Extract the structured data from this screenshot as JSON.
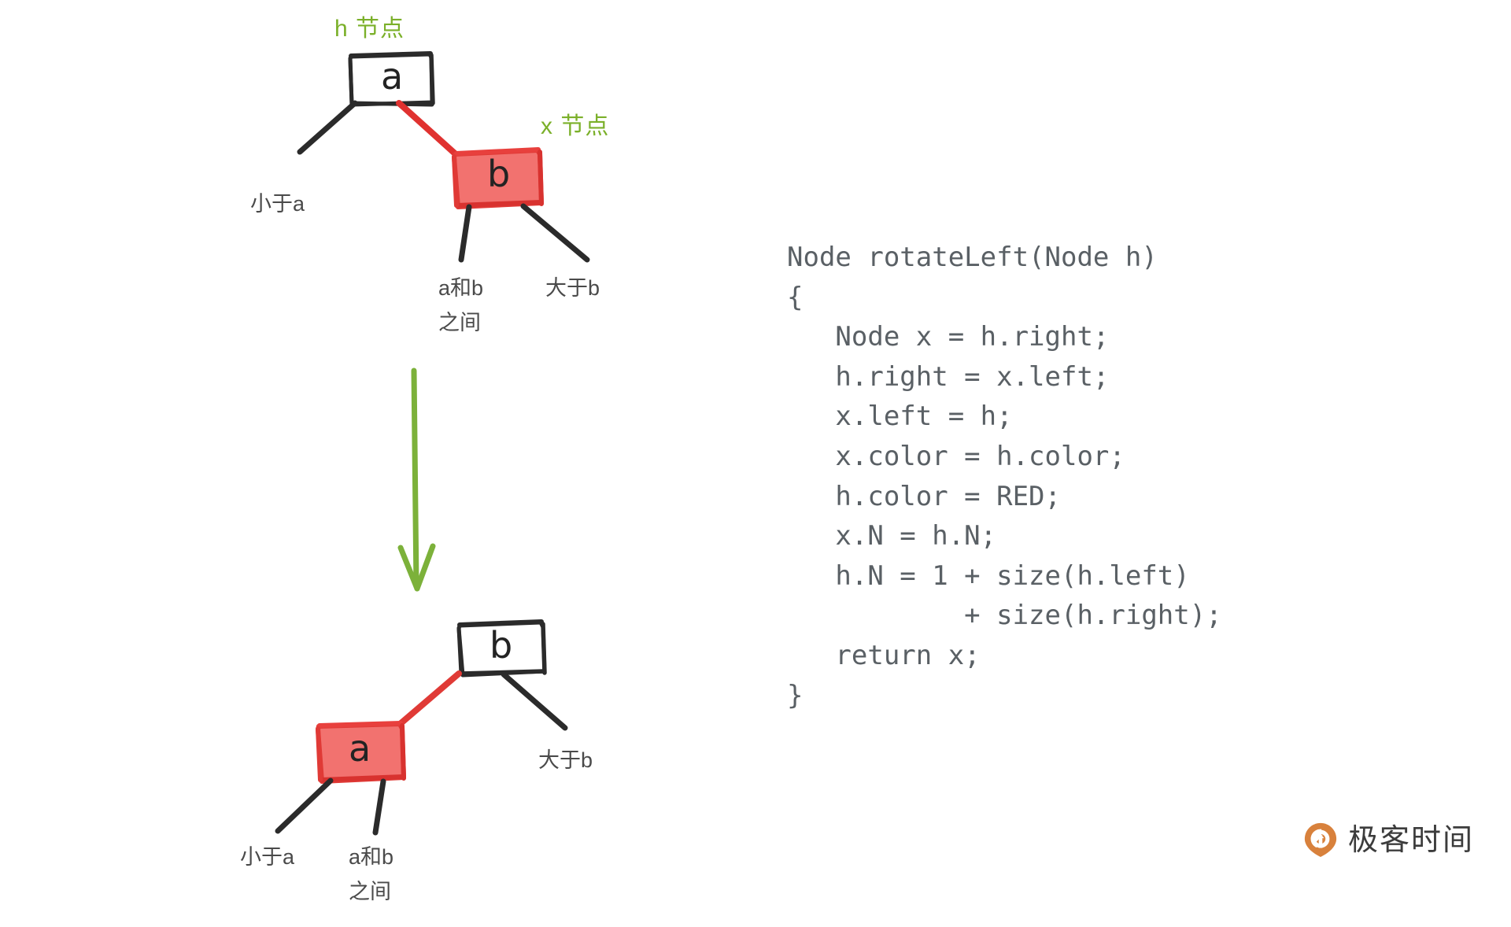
{
  "diagram": {
    "title_top_annotation": "h 节点",
    "title_x_annotation": "x 节点",
    "before": {
      "root_node": {
        "letter": "a",
        "color": "black",
        "fill": "#ffffff"
      },
      "child_node": {
        "letter": "b",
        "color": "red",
        "fill": "#f2726f"
      },
      "labels": {
        "less_than_a": "小于a",
        "between_a_b_line1": "a和b",
        "between_a_b_line2": "之间",
        "greater_than_b": "大于b"
      }
    },
    "after": {
      "root_node": {
        "letter": "b",
        "color": "black",
        "fill": "#ffffff"
      },
      "child_node": {
        "letter": "a",
        "color": "red",
        "fill": "#f2726f"
      },
      "labels": {
        "less_than_a": "小于a",
        "between_a_b_line1": "a和b",
        "between_a_b_line2": "之间",
        "greater_than_b": "大于b"
      }
    },
    "arrow": {
      "direction": "down",
      "color": "#7cb13a"
    }
  },
  "code": {
    "language": "java",
    "text": "Node rotateLeft(Node h)\n{\n   Node x = h.right;\n   h.right = x.left;\n   x.left = h;\n   x.color = h.color;\n   h.color = RED;\n   x.N = h.N;\n   h.N = 1 + size(h.left)\n           + size(h.right);\n   return x;\n}",
    "lines": [
      "Node rotateLeft(Node h)",
      "{",
      "   Node x = h.right;",
      "   h.right = x.left;",
      "   x.left = h;",
      "   x.color = h.color;",
      "   h.color = RED;",
      "   x.N = h.N;",
      "   h.N = 1 + size(h.left)",
      "           + size(h.right);",
      "   return x;",
      "}"
    ]
  },
  "brand": {
    "name": "极客时间",
    "icon": "geektime-logo-icon",
    "accent_color": "#d8813c"
  },
  "colors": {
    "red_fill": "#f2726f",
    "red_stroke": "#e03a36",
    "red_link": "#e03230",
    "black_stroke": "#2b2b2b",
    "green_text": "#7bb02a",
    "green_arrow": "#7cb13a",
    "gray_text": "#4a4a4a",
    "code_text": "#5a6065",
    "background": "#ffffff"
  }
}
